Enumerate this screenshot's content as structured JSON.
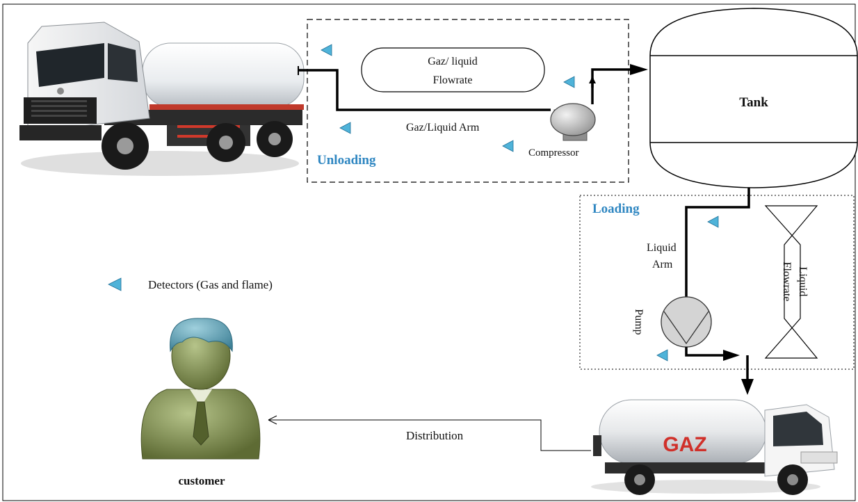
{
  "colors": {
    "detector": "#4fb3d9",
    "detector_stroke": "#1f6f96",
    "section_label": "#2e86c1",
    "line": "#000000"
  },
  "unloading": {
    "label": "Unloading",
    "flowrate_line1": "Gaz/ liquid",
    "flowrate_line2": "Flowrate",
    "arm_label": "Gaz/Liquid Arm",
    "compressor_label": "Compressor"
  },
  "tank": {
    "label": "Tank"
  },
  "loading": {
    "label": "Loading",
    "arm_line1": "Liquid",
    "arm_line2": "Arm",
    "pump_label": "Pump",
    "flowrate_line1": "Liquid",
    "flowrate_line2": "Flowrate"
  },
  "legend": {
    "detectors_label": "Detectors (Gas and flame)"
  },
  "distribution": {
    "label": "Distribution"
  },
  "customer": {
    "label": "customer"
  },
  "truck_small": {
    "brand": "GAZ"
  }
}
